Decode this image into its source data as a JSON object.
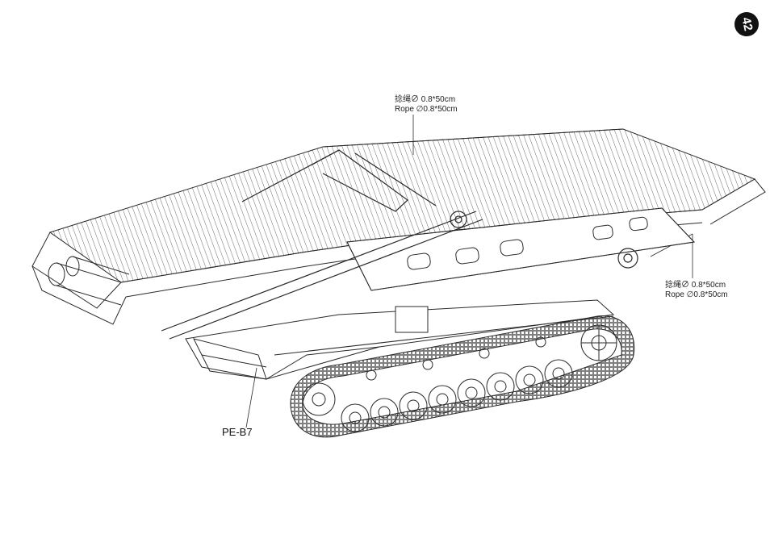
{
  "step_number": "42",
  "callouts": {
    "top": {
      "line_cn": "捻绳∅ 0.8*50cm",
      "line_en": "Rope ∅0.8*50cm"
    },
    "right": {
      "line_cn": "捻绳∅ 0.8*50cm",
      "line_en": "Rope ∅0.8*50cm"
    }
  },
  "part_label": "PE-B7",
  "colors": {
    "line": "#2a2a2a",
    "badge": "#111111"
  }
}
